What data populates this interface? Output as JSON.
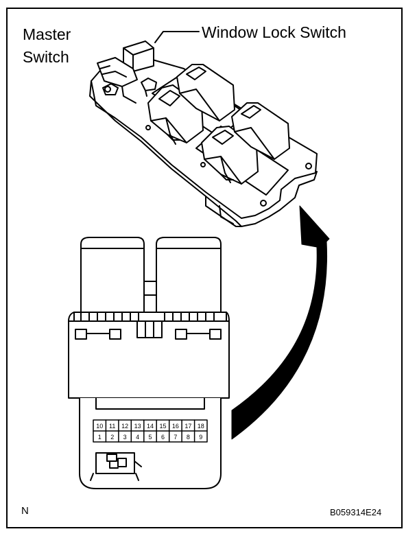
{
  "labels": {
    "master_line1": "Master",
    "master_line2": "Switch",
    "window_lock_switch": "Window Lock Switch",
    "orientation": "N",
    "figure_code": "B059314E24"
  },
  "connector": {
    "pins_top": [
      "10",
      "11",
      "12",
      "13",
      "14",
      "15",
      "16",
      "17",
      "18"
    ],
    "pins_bottom": [
      "1",
      "2",
      "3",
      "4",
      "5",
      "6",
      "7",
      "8",
      "9"
    ]
  },
  "colors": {
    "line": "#000000",
    "background": "#ffffff"
  }
}
